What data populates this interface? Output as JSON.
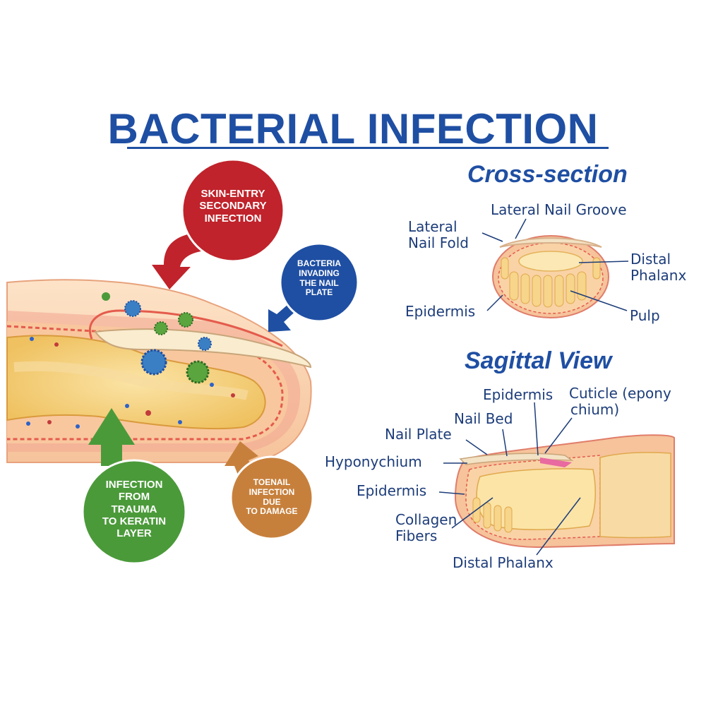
{
  "title": "BACTERIAL INFECTION",
  "left": {
    "bubbles": {
      "skin_entry": [
        "SKIN-ENTRY",
        "SECONDARY",
        "INFECTION"
      ],
      "nail_plate": [
        "BACTERIA",
        "INVADING",
        "THE NAIL",
        "PLATE"
      ],
      "trauma": [
        "INFECTION",
        "FROM",
        "TRAUMA",
        "TO KERATIN",
        "LAYER"
      ],
      "toenail": [
        "TOENAIL",
        "INFECTION",
        "DUE",
        "TO DAMAGE"
      ]
    },
    "colors": {
      "red": "#c0232b",
      "blue": "#1f4fa3",
      "green": "#4b9a3a",
      "orange": "#c7803c"
    }
  },
  "cross_section": {
    "heading": "Cross-section",
    "labels": {
      "lateral_nail_groove": "Lateral Nail Groove",
      "lateral_nail_fold_1": "Lateral",
      "lateral_nail_fold_2": "Nail Fold",
      "distal_phalanx_1": "Distal",
      "distal_phalanx_2": "Phalanx",
      "epidermis": "Epidermis",
      "pulp": "Pulp"
    }
  },
  "sagittal": {
    "heading": "Sagittal View",
    "labels": {
      "epidermis_top": "Epidermis",
      "cuticle_1": "Cuticle (epony",
      "cuticle_2": "chium)",
      "nail_bed": "Nail Bed",
      "nail_plate": "Nail Plate",
      "hyponychium": "Hyponychium",
      "epidermis": "Epidermis",
      "collagen_1": "Collagen",
      "collagen_2": "Fibers",
      "distal_phalanx": "Distal Phalanx"
    }
  }
}
